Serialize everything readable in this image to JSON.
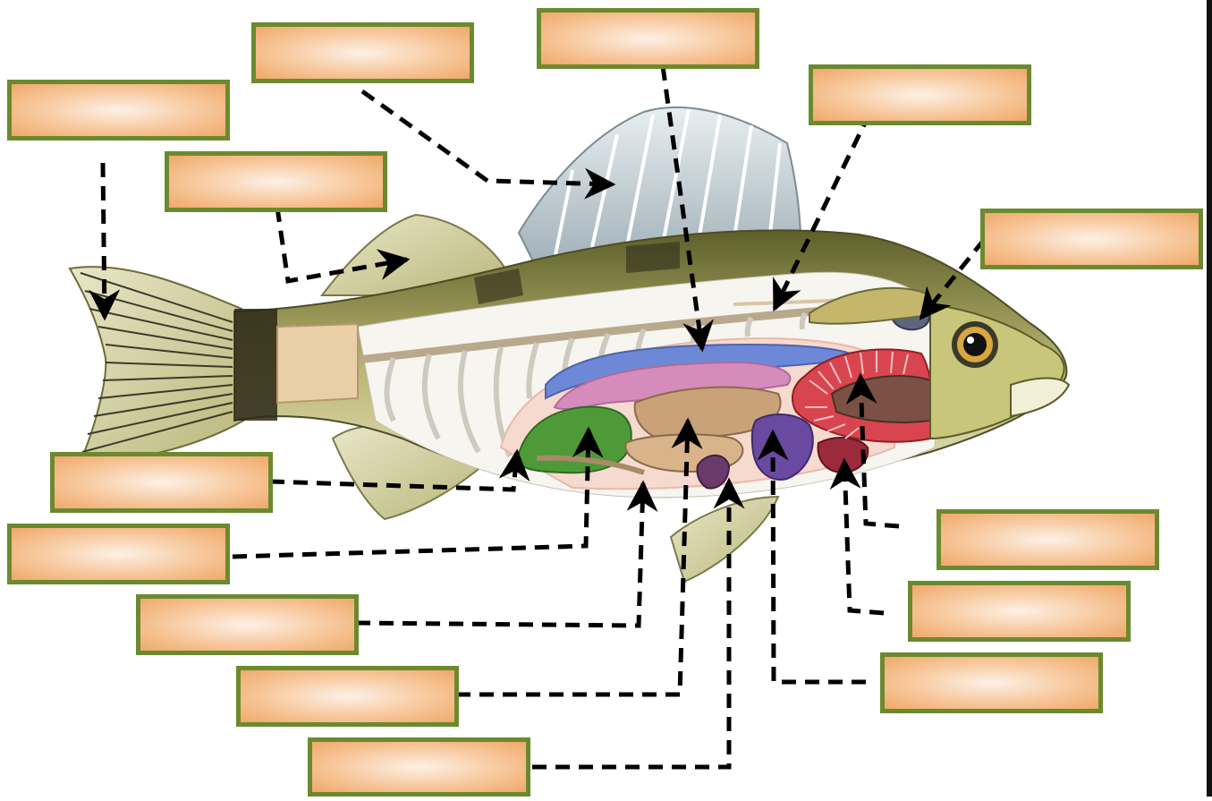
{
  "labels": [
    {
      "id": "caudal-fin",
      "text": ""
    },
    {
      "id": "spiny-dorsal-fin",
      "text": ""
    },
    {
      "id": "soft-dorsal-fin",
      "text": ""
    },
    {
      "id": "kidney",
      "text": ""
    },
    {
      "id": "spinal-cord",
      "text": ""
    },
    {
      "id": "brain",
      "text": ""
    },
    {
      "id": "anus",
      "text": ""
    },
    {
      "id": "gonad",
      "text": ""
    },
    {
      "id": "intestine",
      "text": ""
    },
    {
      "id": "stomach",
      "text": ""
    },
    {
      "id": "spleen",
      "text": ""
    },
    {
      "id": "gills",
      "text": ""
    },
    {
      "id": "heart",
      "text": ""
    },
    {
      "id": "liver",
      "text": ""
    }
  ],
  "colors": {
    "box_border": "#6b8a2f",
    "box_fill": "#f7c89c",
    "arrow": "#000000",
    "swim_bladder": "#6b86d6",
    "kidney": "#d98cc0",
    "gonad": "#4f9a3a",
    "liver": "#c9a27a",
    "spleen": "#6a4aa0",
    "heart": "#9c2a3a",
    "gills": "#d9454f",
    "body": "#8d8c4a"
  }
}
